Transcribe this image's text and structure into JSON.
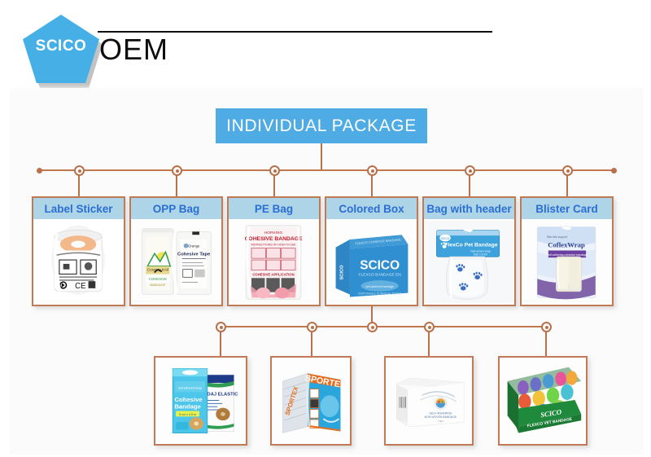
{
  "header": {
    "logo_text": "SCICO",
    "title": "OEM",
    "rule": "horizontal-rule"
  },
  "banner": {
    "label": "INDIVIDUAL PACKAGE"
  },
  "colors": {
    "brand_blue": "#46b0e6",
    "banner_blue": "#4fabe3",
    "card_header_blue": "#aed4e8",
    "card_header_text": "#2a6fd4",
    "connector": "#b9714b",
    "card_border": "#c17a56",
    "panel_background": "#fbfbfc"
  },
  "row1": {
    "cards": [
      {
        "label": "Label Sticker",
        "photo": "bandage-roll-with-label-sticker"
      },
      {
        "label": "OPP Bag",
        "photo": "two-bandage-rolls-in-opp-bags"
      },
      {
        "label": "PE Bag",
        "photo": "pink-cohesive-bandage-in-pe-bag"
      },
      {
        "label": "Colored Box",
        "photo": "blue-scico-flexco-bandage-box"
      },
      {
        "label": "Bag with header",
        "photo": "paw-print-bandage-bag-with-header-card"
      },
      {
        "label": "Blister Card",
        "photo": "coflexwrap-blister-card"
      }
    ]
  },
  "row2": {
    "cards": [
      {
        "photo": "cohesive-bandage-and-bandaj-elastic-retail-boxes"
      },
      {
        "photo": "sportex-shrink-wrapped-bandage-pack"
      },
      {
        "photo": "plain-white-carton-box"
      },
      {
        "photo": "green-scico-flexco-vet-bandage-display-box"
      }
    ]
  }
}
